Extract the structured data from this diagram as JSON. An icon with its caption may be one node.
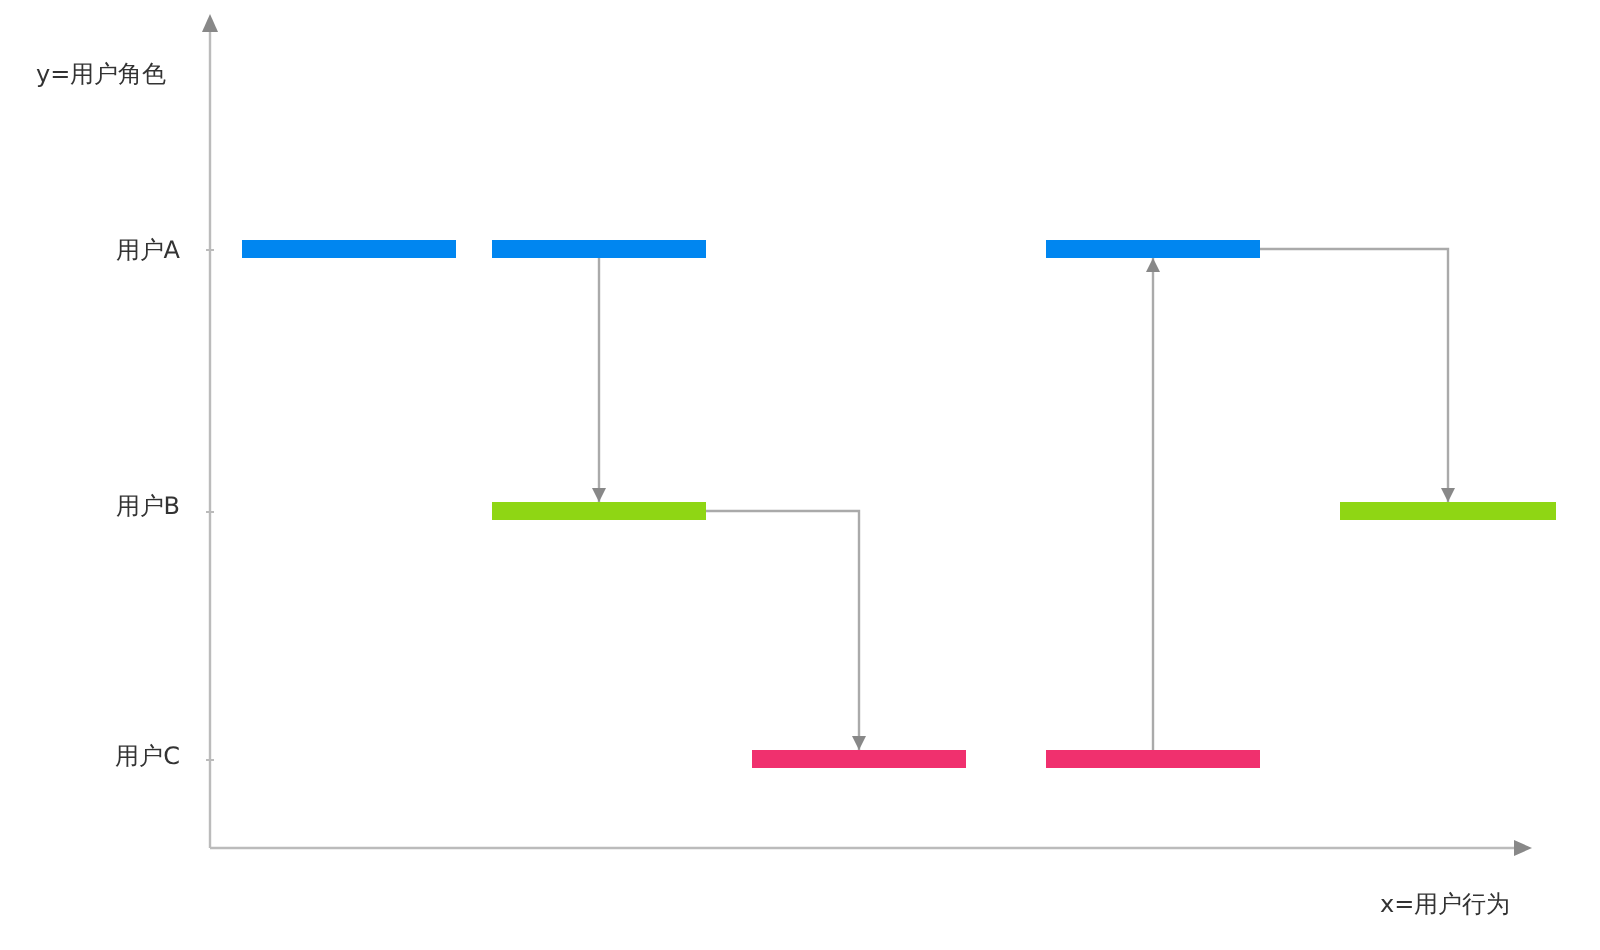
{
  "diagram": {
    "nodes": [
      {
        "text": [],
        "shape": "bar"
      },
      {
        "text": [],
        "shape": "bar"
      },
      {
        "text": [],
        "shape": "bar"
      },
      {
        "text": [],
        "shape": "bar"
      },
      {
        "text": [],
        "shape": "bar"
      },
      {
        "text": [],
        "shape": "bar"
      },
      {
        "text": [],
        "shape": "bar"
      }
    ],
    "edges": [
      {
        "from": 1,
        "to": 2,
        "arrow": "to"
      },
      {
        "from": 2,
        "to": 3,
        "arrow": "to"
      },
      {
        "from": 5,
        "to": 4,
        "arrow": "to"
      },
      {
        "from": 4,
        "to": 6,
        "arrow": "to"
      }
    ],
    "labels": [
      "y=用户角色",
      "用户A",
      "用户B",
      "用户C",
      "x=用户行为"
    ]
  }
}
